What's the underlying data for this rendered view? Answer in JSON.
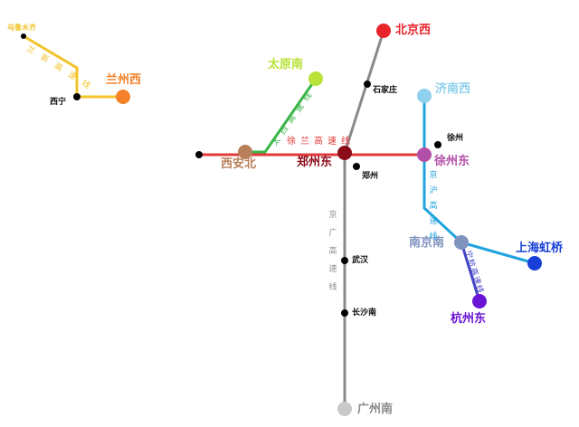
{
  "colors": {
    "background": "#ffffff",
    "jingguang": "#8a8a8a",
    "xulan": "#e23a3a",
    "taixi": "#3bb54a",
    "lanxin": "#f2c32a",
    "jinghu": "#1fa3dc",
    "ninghang": "#4545c8",
    "beijing": "#e8242a",
    "taiyuan": "#b9e23a",
    "lanzhou": "#f5822a",
    "jinan": "#8fd0ec",
    "xuzhoudong": "#b24fa8",
    "zhengzhoudong": "#8c0c1a",
    "xianbei": "#b87f5a",
    "nanjing": "#7f93bf",
    "shanghai": "#1840d8",
    "hangzhou": "#6a14d6",
    "guangzhou": "#c9c9c9",
    "minor": "#000000"
  },
  "stations": {
    "beijingxi": "北京西",
    "shijiazhuang": "石家庄",
    "taiyuannan": "太原南",
    "lanzhouxi": "兰州西",
    "xining": "西宁",
    "urumqi": "乌鲁木齐",
    "jinanxi": "济南西",
    "xuzhou": "徐州",
    "xuzhoudong": "徐州东",
    "zhengzhoudong": "郑州东",
    "zhengzhou": "郑州",
    "xianbei": "西安北",
    "nanjingnan": "南京南",
    "shanghaihongqiao": "上海虹桥",
    "hangzhoudong": "杭州东",
    "wuhan": "武汉",
    "changshanan": "长沙南",
    "guangzhounan": "广州南"
  },
  "lines": {
    "xulan": "徐兰高速线",
    "jingguang": "京广高速线",
    "taixi": "太西高速线",
    "lanxin": "兰新高速线",
    "jinghu": "京沪高速线",
    "ninghang": "宁杭高速线"
  }
}
